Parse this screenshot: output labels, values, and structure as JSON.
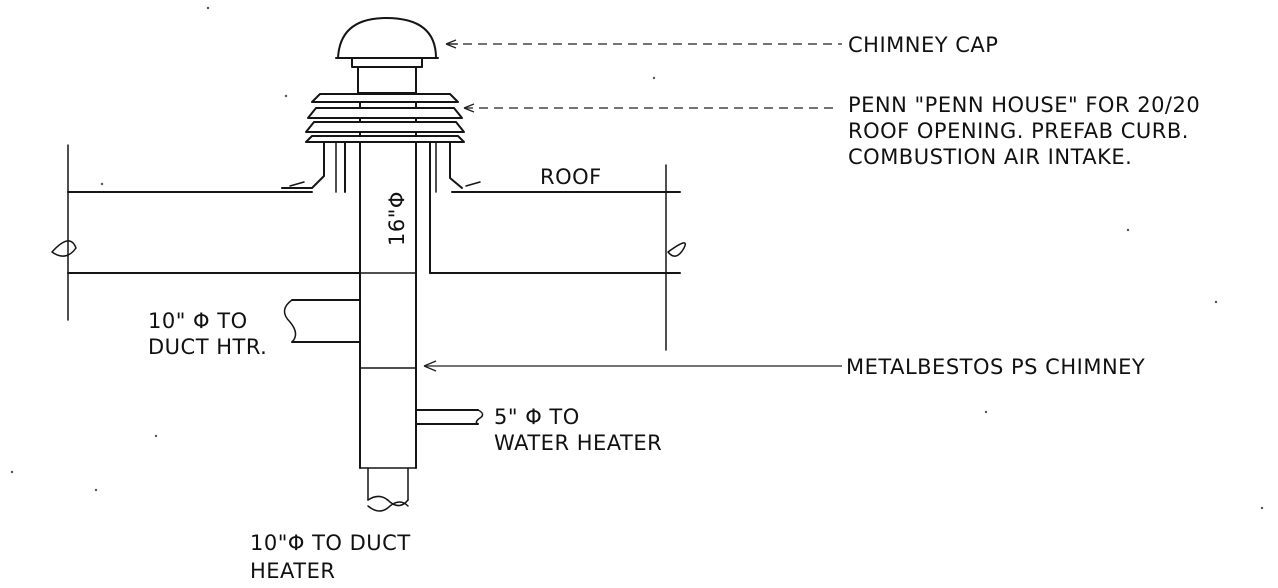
{
  "labels": {
    "chimney_cap": "CHIMNEY CAP",
    "penn_line1": "PENN \"PENN HOUSE\" FOR 20/20",
    "penn_line2": "ROOF OPENING. PREFAB CURB.",
    "penn_line3": "COMBUSTION AIR INTAKE.",
    "roof": "ROOF",
    "chimney_dia": "16\"Φ",
    "duct_htr_line1": "10\" Φ TO",
    "duct_htr_line2": "DUCT HTR.",
    "metalbestos": "METALBESTOS PS CHIMNEY",
    "water_heater_line1": "5\" Φ TO",
    "water_heater_line2": "WATER HEATER",
    "duct_heater_line1": "10\"Φ TO DUCT",
    "duct_heater_line2": "HEATER"
  }
}
